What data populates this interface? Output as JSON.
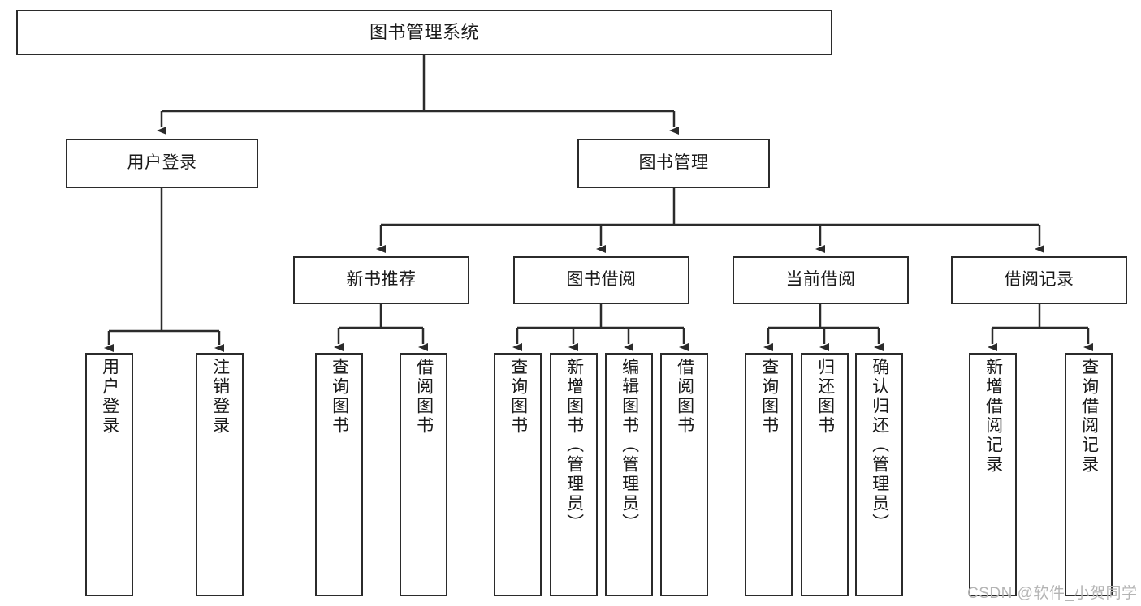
{
  "diagram": {
    "type": "tree",
    "title": "图书管理系统",
    "root": {
      "label": "图书管理系统"
    },
    "level2": [
      {
        "label": "用户登录"
      },
      {
        "label": "图书管理"
      }
    ],
    "level3": [
      {
        "label": "新书推荐"
      },
      {
        "label": "图书借阅"
      },
      {
        "label": "当前借阅"
      },
      {
        "label": "借阅记录"
      }
    ],
    "leaves": {
      "user_login": [
        {
          "label": "用户登录"
        },
        {
          "label": "注销登录"
        }
      ],
      "new_book": [
        {
          "label": "查询图书"
        },
        {
          "label": "借阅图书"
        }
      ],
      "borrow": [
        {
          "label": "查询图书"
        },
        {
          "label": "新增图书（管理员）"
        },
        {
          "label": "编辑图书（管理员）"
        },
        {
          "label": "借阅图书"
        }
      ],
      "current": [
        {
          "label": "查询图书"
        },
        {
          "label": "归还图书"
        },
        {
          "label": "确认归还（管理员）"
        }
      ],
      "records": [
        {
          "label": "新增借阅记录"
        },
        {
          "label": "查询借阅记录"
        }
      ]
    }
  },
  "watermark": {
    "text": "CSDN @软件_小贺同学"
  },
  "colors": {
    "stroke": "#2b2b2b",
    "fill": "#ffffff",
    "text": "#1a1a1a",
    "watermark": "#b4b4b4"
  }
}
